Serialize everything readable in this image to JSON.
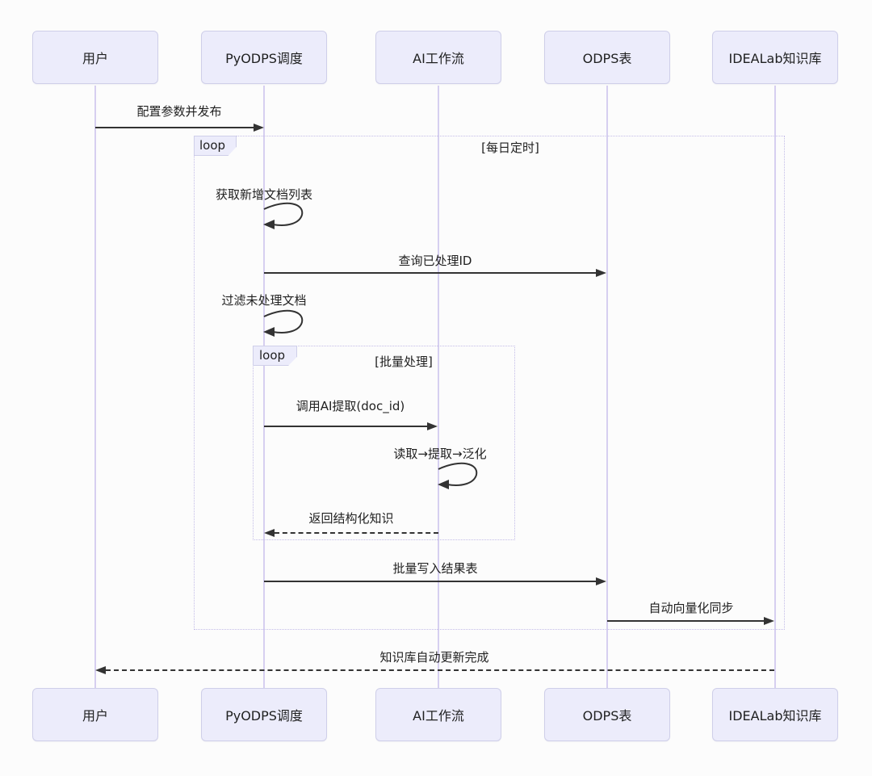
{
  "diagram": {
    "type": "sequence-diagram",
    "colors": {
      "background": "#FCFCFC",
      "actor_fill": "#ECECFB",
      "actor_border": "#CFCFE9",
      "lifeline": "#D6CFF0",
      "loop_border": "#C3BCE8",
      "arrow": "#333333",
      "text": "#1F1F1F"
    },
    "actors": [
      {
        "label": "用户"
      },
      {
        "label": "PyODPS调度"
      },
      {
        "label": "AI工作流"
      },
      {
        "label": "ODPS表"
      },
      {
        "label": "IDEALab知识库"
      }
    ],
    "loops": [
      {
        "label": "loop",
        "guard": "[每日定时]"
      },
      {
        "label": "loop",
        "guard": "[批量处理]"
      }
    ],
    "messages": [
      {
        "label": "配置参数并发布",
        "from": "用户",
        "to": "PyODPS调度",
        "style": "solid"
      },
      {
        "label": "获取新增文档列表",
        "from": "PyODPS调度",
        "to": "PyODPS调度",
        "style": "self"
      },
      {
        "label": "查询已处理ID",
        "from": "PyODPS调度",
        "to": "ODPS表",
        "style": "solid"
      },
      {
        "label": "过滤未处理文档",
        "from": "PyODPS调度",
        "to": "PyODPS调度",
        "style": "self"
      },
      {
        "label": "调用AI提取(doc_id)",
        "from": "PyODPS调度",
        "to": "AI工作流",
        "style": "solid"
      },
      {
        "label": "读取→提取→泛化",
        "from": "AI工作流",
        "to": "AI工作流",
        "style": "self"
      },
      {
        "label": "返回结构化知识",
        "from": "AI工作流",
        "to": "PyODPS调度",
        "style": "dashed"
      },
      {
        "label": "批量写入结果表",
        "from": "PyODPS调度",
        "to": "ODPS表",
        "style": "solid"
      },
      {
        "label": "自动向量化同步",
        "from": "ODPS表",
        "to": "IDEALab知识库",
        "style": "solid"
      },
      {
        "label": "知识库自动更新完成",
        "from": "IDEALab知识库",
        "to": "用户",
        "style": "dashed"
      }
    ]
  }
}
